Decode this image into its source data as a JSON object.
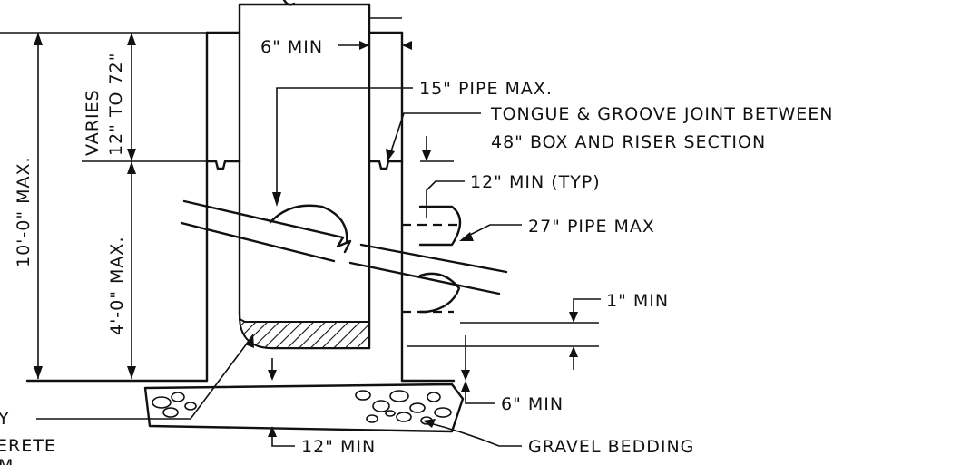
{
  "labels": {
    "six_min_top": "6\" MIN",
    "pipe_15": "15\" PIPE MAX.",
    "joint_line1": "TONGUE & GROOVE JOINT BETWEEN",
    "joint_line2": "48\" BOX AND RISER SECTION",
    "twelve_min_typ": "12\" MIN (TYP)",
    "pipe_27": "27\" PIPE MAX",
    "one_min": "1\" MIN",
    "six_min_bottom": "6\" MIN",
    "twelve_min_bottom": "12\" MIN",
    "gravel_bedding": "GRAVEL BEDDING",
    "dim_ten_ft": "10'-0\" MAX.",
    "dim_four_ft": "4'-0\" MAX.",
    "dim_varies_line1": "VARIES",
    "dim_varies_line2": "12\" TO 72\"",
    "cut_label_line1": "Y",
    "cut_label_line2": "ERETE",
    "cut_label_line3": "M"
  }
}
